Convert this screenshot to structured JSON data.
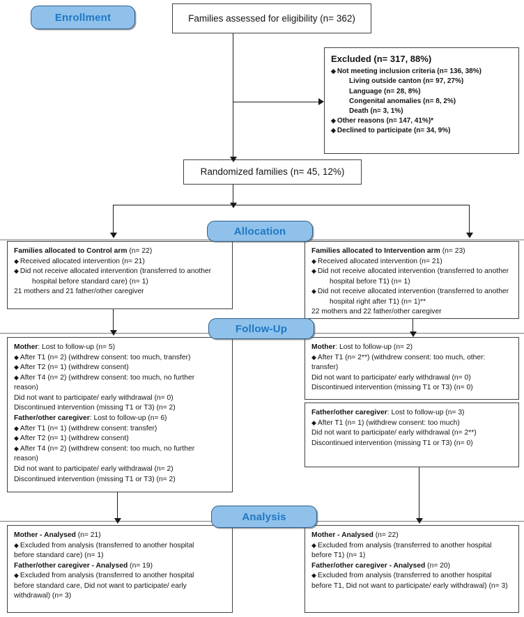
{
  "figure": {
    "type": "consort-flow-diagram",
    "stages": [
      "Enrollment",
      "Allocation",
      "Follow-Up",
      "Analysis"
    ]
  },
  "stage_labels": {
    "enrollment": "Enrollment",
    "allocation": "Allocation",
    "followup": "Follow-Up",
    "analysis": "Analysis"
  },
  "enrollment": {
    "assessed": "Families assessed for eligibility (n= 362)",
    "excluded": {
      "title": "Excluded (n= 317, 88%)",
      "items": [
        {
          "bullet": true,
          "text": "Not meeting inclusion criteria (n= 136, 38%)"
        },
        {
          "bullet": false,
          "sub": true,
          "text": "Living outside canton (n= 97, 27%)"
        },
        {
          "bullet": false,
          "sub": true,
          "text": "Language (n= 28, 8%)"
        },
        {
          "bullet": false,
          "sub": true,
          "text": "Congenital anomalies (n= 8, 2%)"
        },
        {
          "bullet": false,
          "sub": true,
          "text": "Death (n= 3, 1%)"
        },
        {
          "bullet": true,
          "text": "Other reasons (n= 147, 41%)*"
        },
        {
          "bullet": true,
          "text": "Declined to participate (n= 34, 9%)"
        }
      ]
    },
    "randomized": "Randomized families (n= 45, 12%)"
  },
  "allocation": {
    "control": {
      "title": "Families allocated to Control arm",
      "title_n": " (n= 22)",
      "lines": [
        {
          "kind": "bullet",
          "text": "Received allocated intervention (n= 21)"
        },
        {
          "kind": "bullet",
          "text": "Did not receive allocated intervention (transferred to another"
        },
        {
          "kind": "indent",
          "text": "hospital before standard care) (n= 1)"
        },
        {
          "kind": "plain",
          "text": "21 mothers and 21 father/other caregiver"
        }
      ]
    },
    "intervention": {
      "title": "Families allocated to Intervention arm",
      "title_n": " (n= 23)",
      "lines": [
        {
          "kind": "bullet",
          "text": "Received allocated intervention (n= 21)"
        },
        {
          "kind": "bullet",
          "text": "Did not receive allocated intervention (transferred to another"
        },
        {
          "kind": "indent",
          "text": "hospital before T1) (n= 1)"
        },
        {
          "kind": "bullet",
          "text": "Did not receive allocated intervention (transferred to another"
        },
        {
          "kind": "indent",
          "text": "hospital right after T1) (n= 1)**"
        },
        {
          "kind": "plain",
          "text": "22 mothers and 22 father/other caregiver"
        }
      ]
    }
  },
  "followup": {
    "control": {
      "lines": [
        {
          "kind": "head",
          "bold": "Mother",
          "rest": ": Lost to follow-up (n= 5)"
        },
        {
          "kind": "bullet",
          "text": "After T1 (n= 2) (withdrew consent: too much, transfer)"
        },
        {
          "kind": "bullet",
          "text": "After T2 (n= 1) (withdrew consent)"
        },
        {
          "kind": "bullet",
          "text": "After T4 (n= 2) (withdrew consent: too much, no further"
        },
        {
          "kind": "plain",
          "text": "reason)"
        },
        {
          "kind": "plain",
          "text": "Did not want to participate/ early withdrawal (n= 0)"
        },
        {
          "kind": "plain",
          "text": "Discontinued intervention (missing T1 or T3) (n= 2)"
        },
        {
          "kind": "head",
          "bold": "Father/other caregiver",
          "rest": ": Lost to follow-up (n= 6)"
        },
        {
          "kind": "bullet",
          "text": "After T1 (n= 1) (withdrew consent: transfer)"
        },
        {
          "kind": "bullet",
          "text": "After T2 (n= 1) (withdrew consent)"
        },
        {
          "kind": "bullet",
          "text": "After T4 (n= 2) (withdrew consent: too much, no further"
        },
        {
          "kind": "plain",
          "text": "reason)"
        },
        {
          "kind": "plain",
          "text": "Did not want to participate/ early withdrawal (n= 2)"
        },
        {
          "kind": "plain",
          "text": "Discontinued intervention (missing T1 or T3) (n= 2)"
        }
      ]
    },
    "intervention_mother": {
      "lines": [
        {
          "kind": "head",
          "bold": "Mother",
          "rest": ": Lost to follow-up (n= 2)"
        },
        {
          "kind": "bullet",
          "text": "After T1 (n= 2**) (withdrew consent: too much, other:"
        },
        {
          "kind": "plain",
          "text": "transfer)"
        },
        {
          "kind": "plain",
          "text": "Did not want to participate/ early withdrawal (n= 0)"
        },
        {
          "kind": "plain",
          "text": "Discontinued intervention (missing T1 or T3) (n= 0)"
        }
      ]
    },
    "intervention_father": {
      "lines": [
        {
          "kind": "head",
          "bold": "Father/other caregiver",
          "rest": ": Lost to follow-up (n= 3)"
        },
        {
          "kind": "bullet",
          "text": "After T1 (n= 1) (withdrew consent: too much)"
        },
        {
          "kind": "plain",
          "text": "Did not want to participate/ early withdrawal (n= 2**)"
        },
        {
          "kind": "plain",
          "text": "Discontinued intervention (missing T1 or T3) (n= 0)"
        }
      ]
    }
  },
  "analysis": {
    "control": {
      "lines": [
        {
          "kind": "head",
          "bold": "Mother - Analysed",
          "rest": " (n= 21)"
        },
        {
          "kind": "bullet",
          "text": "Excluded from analysis (transferred to another hospital"
        },
        {
          "kind": "plain",
          "text": "before standard care) (n= 1)"
        },
        {
          "kind": "head",
          "bold": "Father/other caregiver - Analysed",
          "rest": " (n= 19)"
        },
        {
          "kind": "bullet",
          "text": "Excluded from analysis (transferred to another hospital"
        },
        {
          "kind": "plain",
          "text": "before standard care, Did not want to participate/ early"
        },
        {
          "kind": "plain",
          "text": "withdrawal) (n= 3)"
        }
      ]
    },
    "intervention": {
      "lines": [
        {
          "kind": "head",
          "bold": "Mother - Analysed",
          "rest": " (n= 22)"
        },
        {
          "kind": "bullet",
          "text": "Excluded from analysis (transferred to another hospital"
        },
        {
          "kind": "plain",
          "text": "before T1) (n= 1)"
        },
        {
          "kind": "head",
          "bold": "Father/other caregiver - Analysed",
          "rest": " (n= 20)"
        },
        {
          "kind": "bullet",
          "text": "Excluded from analysis (transferred to another hospital"
        },
        {
          "kind": "plain",
          "text": "before T1, Did not want to participate/ early withdrawal) (n= 3)"
        }
      ]
    }
  },
  "colors": {
    "pill_fill": "#8FC1EA",
    "pill_border": "#2E5E8C",
    "pill_text": "#1F77C4",
    "box_border": "#3F3F3F",
    "connector": "#1A1A1A",
    "rule": "#777777",
    "text": "#141414"
  }
}
